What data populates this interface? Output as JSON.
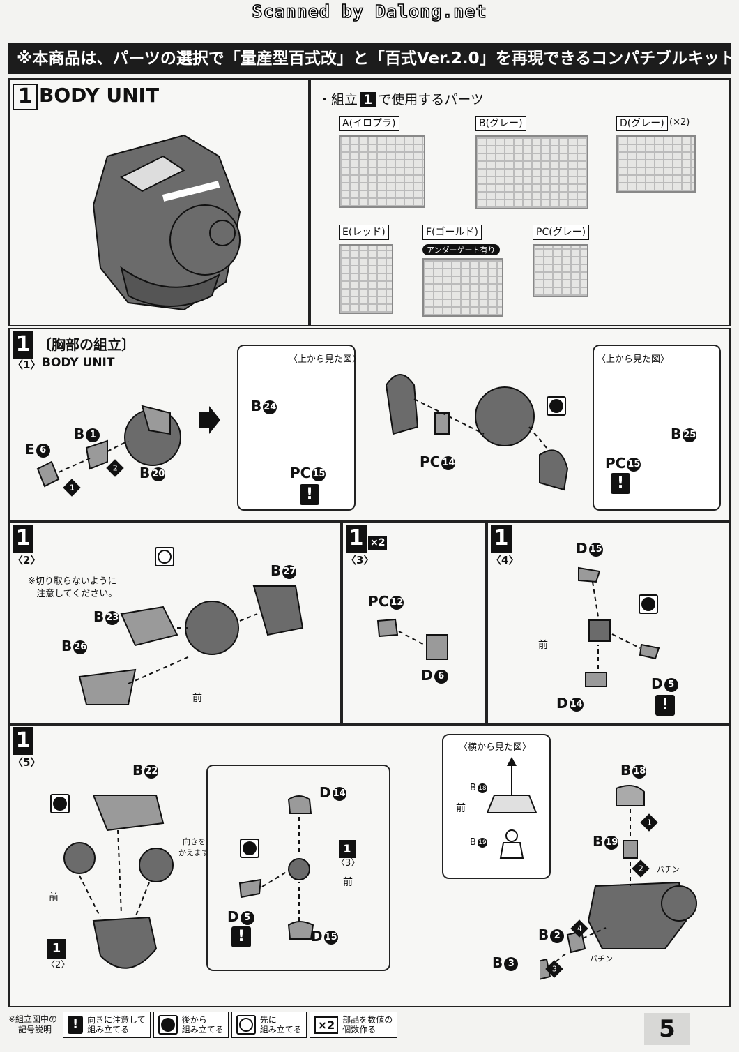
{
  "watermark": "Scanned by Dalong.net",
  "banner": "※本商品は、パーツの選択で「量産型百式改」と「百式Ver.2.0」を再現できるコンパチブルキットです。",
  "section1": {
    "num": "1",
    "title": "BODY UNIT"
  },
  "parts_used": {
    "prefix": "・組立",
    "num": "1",
    "suffix": "で使用するパーツ",
    "runners": [
      "A(イロプラ)",
      "B(グレー)",
      "D(グレー)",
      "E(レッド)",
      "F(ゴールド)",
      "PC(グレー)"
    ],
    "x2": "(×2)",
    "undergate": "アンダーゲート有り"
  },
  "step1": {
    "num": "1",
    "title": "〔胸部の組立〕",
    "sub": "〈1〉",
    "sub_title": "BODY UNIT",
    "labels": {
      "e6": "E",
      "b1": "B",
      "b20": "B",
      "b24": "B",
      "pc15a": "PC",
      "pc14": "PC",
      "pc15b": "PC",
      "b25": "B"
    },
    "n": {
      "e6": "6",
      "b1": "1",
      "b20": "20",
      "b24": "24",
      "pc15": "15",
      "pc14": "14",
      "b25": "25",
      "a1": "1",
      "a2": "2"
    },
    "view_top": "〈上から見た図〉"
  },
  "step2": {
    "num": "1",
    "sub": "〈2〉",
    "note1": "※切り取らないように",
    "note2": "注意してください。",
    "labels": {
      "b23": "B",
      "b26": "B",
      "b27": "B"
    },
    "n": {
      "b23": "23",
      "b26": "26",
      "b27": "27"
    },
    "front": "前"
  },
  "step3": {
    "num": "1",
    "x2": "×2",
    "sub": "〈3〉",
    "labels": {
      "pc12": "PC",
      "d6": "D"
    },
    "n": {
      "pc12": "12",
      "d6": "6"
    }
  },
  "step4": {
    "num": "1",
    "sub": "〈4〉",
    "labels": {
      "d15": "D",
      "d5": "D",
      "d14": "D"
    },
    "n": {
      "d15": "15",
      "d5": "5",
      "d14": "14"
    },
    "front": "前"
  },
  "step5": {
    "num": "1",
    "sub": "〈5〉",
    "labels": {
      "b22": "B",
      "d14": "D",
      "d5": "D",
      "d15": "D",
      "b18": "B",
      "b19": "B",
      "b2": "B",
      "b3": "B"
    },
    "n": {
      "b22": "22",
      "d14": "14",
      "d5": "5",
      "d15": "15",
      "b18": "18",
      "b19": "19",
      "b2": "2",
      "b3": "3",
      "a1": "1",
      "a2": "2",
      "a3": "3",
      "a4": "4"
    },
    "turn1": "向きを",
    "turn2": "かえます。",
    "front": "前",
    "ref": "〈3〉",
    "ref2": "〈2〉",
    "view_side": "〈横から見た図〉",
    "snap": "パチン"
  },
  "legend": {
    "title1": "※組立図中の",
    "title2": "記号説明",
    "items": [
      {
        "sym": "!",
        "t1": "向きに注意して",
        "t2": "組み立てる"
      },
      {
        "sym": "back",
        "t1": "後から",
        "t2": "組み立てる"
      },
      {
        "sym": "first",
        "t1": "先に",
        "t2": "組み立てる"
      },
      {
        "sym": "×2",
        "t1": "部品を数値の",
        "t2": "個数作る"
      }
    ]
  },
  "page": "5"
}
